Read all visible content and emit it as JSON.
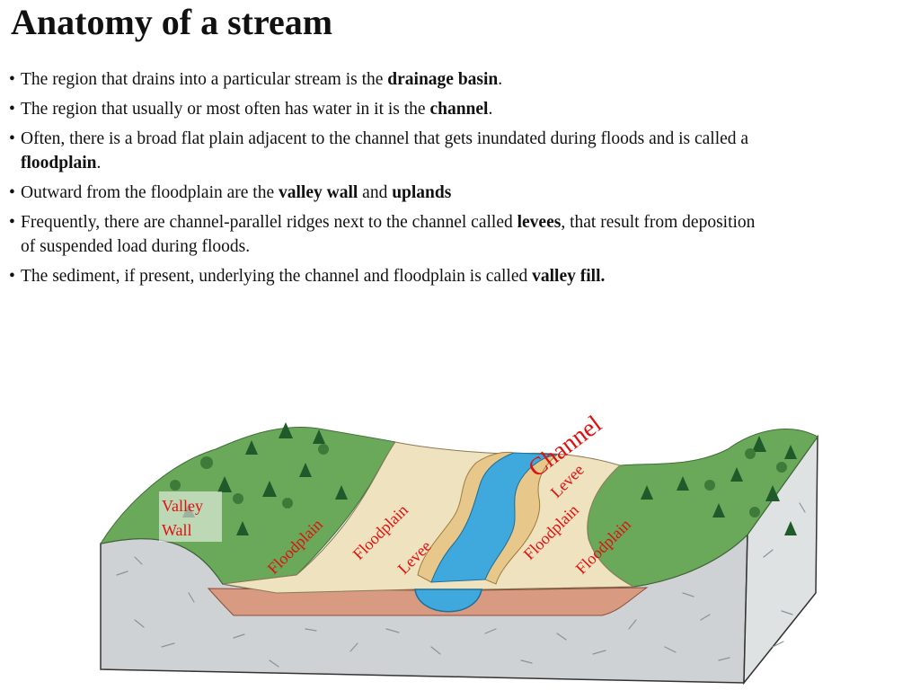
{
  "title": "Anatomy of a stream",
  "bullets": [
    {
      "pre": "The region that drains into a particular stream is the ",
      "b1": "drainage basin",
      "mid": ".",
      "b2": "",
      "post": ""
    },
    {
      "pre": "The region that usually or most often has water in it is the ",
      "b1": "channel",
      "mid": ".",
      "b2": "",
      "post": ""
    },
    {
      "pre": "Often, there is a broad flat plain adjacent to the channel that gets inundated during floods and is called a ",
      "b1": "floodplain",
      "mid": ".",
      "b2": "",
      "post": ""
    },
    {
      "pre": "Outward from the floodplain are the ",
      "b1": "valley wall",
      "mid": " and ",
      "b2": "uplands",
      "post": ""
    },
    {
      "pre": "Frequently, there are channel-parallel ridges next to the channel called ",
      "b1": "levees",
      "mid": ", that result from deposition of suspended load during floods.",
      "b2": "",
      "post": ""
    },
    {
      "pre": "The sediment, if present, underlying the channel and floodplain is called ",
      "b1": "valley fill.",
      "mid": "",
      "b2": "",
      "post": ""
    }
  ],
  "diagram": {
    "labels": {
      "valley_wall_line1": "Valley",
      "valley_wall_line2": "Wall",
      "channel": "Channel",
      "levee_left": "Levee",
      "levee_right": "Levee",
      "floodplain_1": "Floodplain",
      "floodplain_2": "Floodplain",
      "floodplain_3": "Floodplain",
      "floodplain_4": "Floodplain"
    },
    "colors": {
      "label": "#e01010",
      "upland_green": "#6aa85a",
      "floodplain_sand": "#efe2bf",
      "levee_tan": "#e7c88a",
      "water": "#3fa9dd",
      "bedrock": "#cfd2d4",
      "valley_fill": "#d99a82"
    }
  }
}
